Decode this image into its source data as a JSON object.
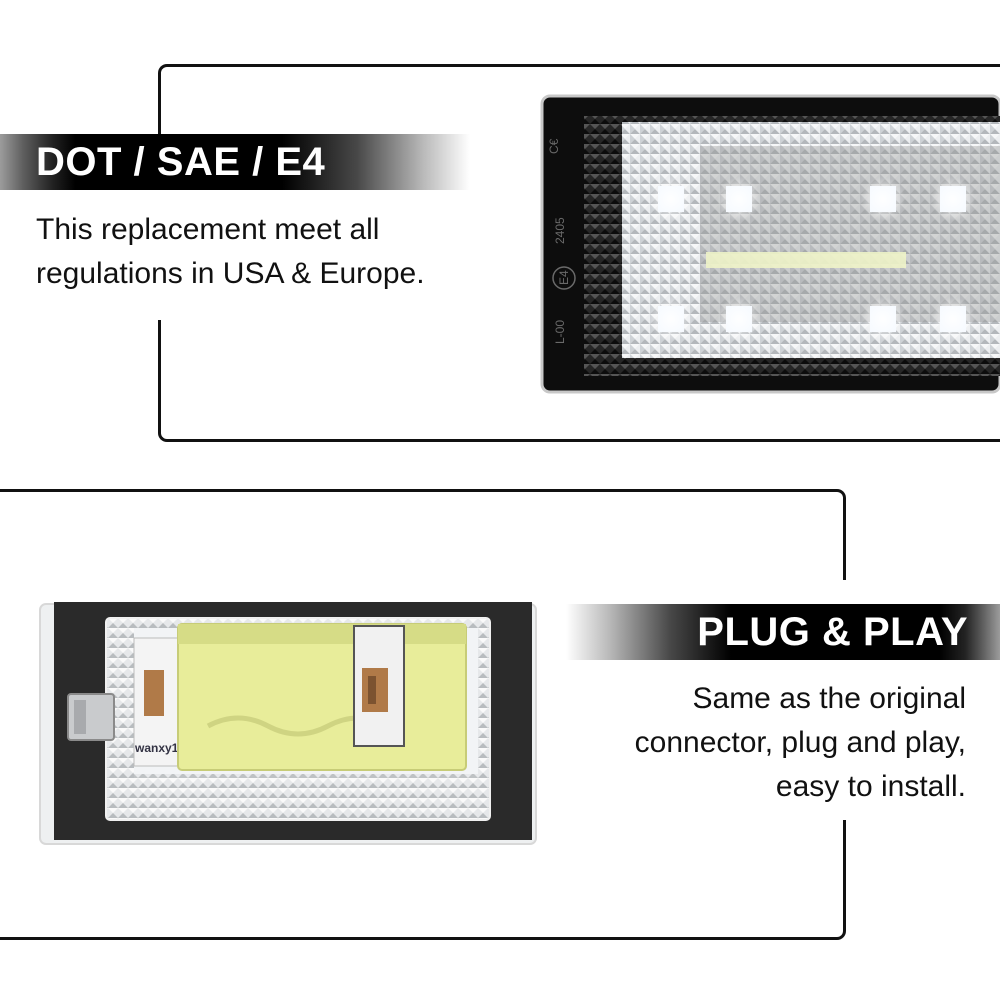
{
  "section_top": {
    "title": "DOT / SAE / E4",
    "description_lines": [
      "This replacement meet all",
      "regulations in USA & Europe."
    ],
    "lens_markings": [
      "E4",
      "2405",
      "L-00"
    ]
  },
  "section_bottom": {
    "title": "PLUG & PLAY",
    "description_lines": [
      "Same as the original",
      "connector, plug and play,",
      "easy to install."
    ],
    "pcb_marking": "wanxy10"
  },
  "colors": {
    "banner_black": "#000000",
    "frame_line": "#111111",
    "pcb_yellow": "#e8ed9a",
    "led_white": "#f4f9ff"
  }
}
